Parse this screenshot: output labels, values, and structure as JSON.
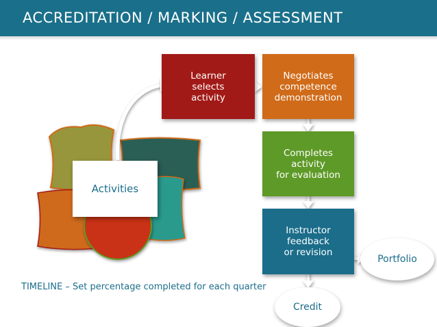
{
  "header": {
    "title": "ACCREDITATION / MARKING / ASSESSMENT"
  },
  "diagram": {
    "activities_label": "Activities",
    "steps": [
      {
        "label": "Learner\nselects\nactivity",
        "color": "#a11a17"
      },
      {
        "label": "Negotiates\ncompetence\ndemonstration",
        "color": "#d06b19"
      },
      {
        "label": "Completes\nactivity\nfor evaluation",
        "color": "#5e9a27"
      },
      {
        "label": "Instructor\nfeedback\nor revision",
        "color": "#1b6d8a"
      }
    ],
    "outcomes": {
      "portfolio": "Portfolio",
      "credit": "Credit"
    },
    "timeline_text": "TIMELINE – Set percentage completed for each quarter"
  },
  "colors": {
    "header_bg": "#1a6f8a",
    "pillow_olive": "#97963e",
    "pillow_darkteal": "#2c5e55",
    "pillow_orange": "#cf6a1c",
    "pillow_teal": "#2c9a8c",
    "circle_red": "#c93214",
    "text_blue": "#1b6d8a"
  }
}
